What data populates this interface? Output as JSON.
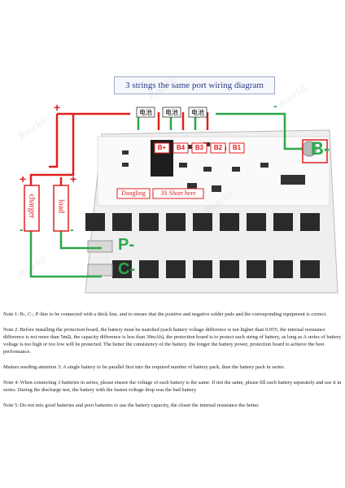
{
  "diagram": {
    "title": "3 strings the same port wiring diagram",
    "watermark": "Roarkit",
    "labels": {
      "b_minus": "B-",
      "p_minus": "P-",
      "c_minus": "C-",
      "charger": "charger",
      "load": "load",
      "dangling": "Dangling",
      "short_here": "3S Short here",
      "plus": "+",
      "minus": "-",
      "cell": "电池"
    },
    "balance_pins": [
      "B+",
      "B4",
      "B3",
      "B2",
      "B1"
    ],
    "colors": {
      "wire_red": "#e02020",
      "wire_green": "#2aa84a",
      "board": "#f2f2f2",
      "mosfet": "#2a2a2a",
      "title_text": "#2b3a8c",
      "b_label": "#2aa84a"
    }
  },
  "notes": [
    "Note 1: B-, C-, P-line to be connected with a thick line, and to ensure that the positive and negative solder pads and the corresponding equipment is correct.",
    "Note 2: Before installing the protection board, the battery must be matched (each battery voltage difference is not higher than 0.05V, the internal resistance difference is not more than 5mΩ, the capacity difference is less than 30mAh), the protection board is to protect each string of battery, as long as A series of battery voltage is too high or too low will be protected. The better the consistency of the battery, the longer the battery power, protection board to achieve the best performance.",
    "Matters needing attention 3: A single battery to be parallel first into the required number of battery pack, then the battery pack in series.",
    "Note 4: When connecting 3 batteries in series, please ensure the voltage of each battery is the same. If not the same, please fill each battery separately and use it in series. During the discharge test, the battery with the fastest voltage drop was the bad battery",
    "Note 5: Do not mix good batteries and poor batteries to use the battery capacity, the closer the internal resistance the better."
  ]
}
